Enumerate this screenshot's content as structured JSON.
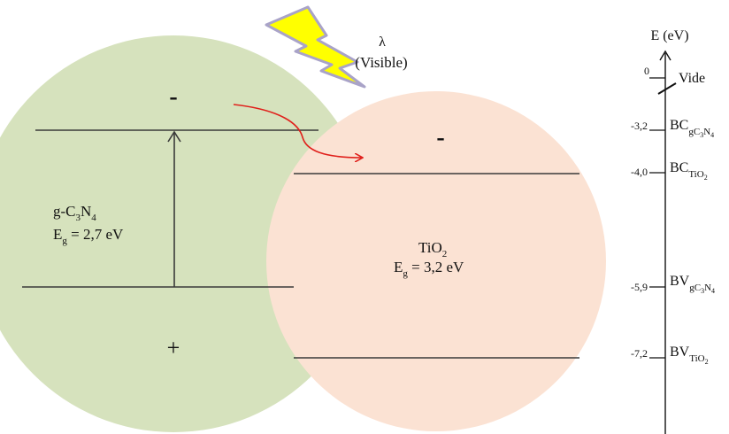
{
  "light": {
    "symbol": "λ",
    "label": "(Visible)",
    "bolt_color": "#ffff00",
    "bolt_outline": "#a9a3c8"
  },
  "gc3n4": {
    "name_prefix": "g-C",
    "name_sub1": "3",
    "name_mid": "N",
    "name_sub2": "4",
    "gap_label_prefix": "E",
    "gap_label_sub": "g",
    "gap_label_value": " = 2,7 eV",
    "minus": "-",
    "plus": "+",
    "fill": "#d6e2bd"
  },
  "tio2": {
    "name_prefix": "TiO",
    "name_sub": "2",
    "gap_label_prefix": "E",
    "gap_label_sub": "g",
    "gap_label_value": " = 3,2 eV",
    "minus": "-",
    "fill": "#fbe2d3"
  },
  "transfer_arrow_color": "#e0201b",
  "energy_axis": {
    "title": "E (eV)",
    "vacuum_label": "Vide",
    "levels": [
      {
        "value": "0",
        "label_main": "",
        "label_sub": ""
      },
      {
        "value": "-3,2",
        "label_main": "BC",
        "label_sub": "gC3N4"
      },
      {
        "value": "-4,0",
        "label_main": "BC",
        "label_sub": "TiO2"
      },
      {
        "value": "-5,9",
        "label_main": "BV",
        "label_sub": "gC3N4"
      },
      {
        "value": "-7,2",
        "label_main": "BV",
        "label_sub": "TiO2"
      }
    ]
  }
}
